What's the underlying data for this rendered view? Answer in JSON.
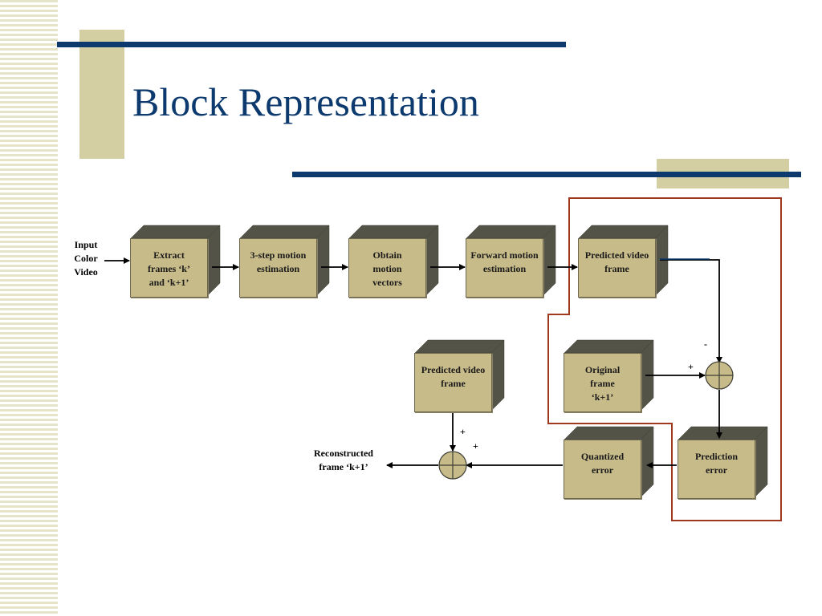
{
  "slide": {
    "title": "Block Representation"
  },
  "colors": {
    "title": "#0d3a6e",
    "bar": "#0d3a6e",
    "accent": "#d3cfa2",
    "block": "#c8bb8a",
    "highlight": "#a0381e"
  },
  "blocks": {
    "extract": "Extract frames ‘k’ and ‘k+1’",
    "three_step": "3-step motion estimation",
    "obtain": "Obtain motion vectors",
    "forward": "Forward motion estimation",
    "predicted_top": "Predicted video frame",
    "original": "Original frame ‘k+1’",
    "predicted_bottom": "Predicted video frame",
    "quantized": "Quantized error",
    "prediction_error": "Prediction error"
  },
  "labels": {
    "input": "Input Color Video",
    "reconstructed": "Reconstructed frame ‘k+1’",
    "minus": "-",
    "plus_sum1": "+",
    "plus_a": "+",
    "plus_b": "+"
  }
}
